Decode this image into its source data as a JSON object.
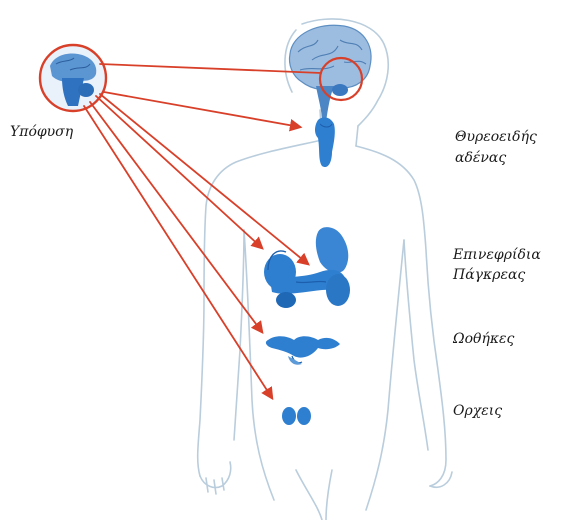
{
  "labels": {
    "pituitary": "Υπόφυση",
    "thyroid_line1": "Θυρεοειδής",
    "thyroid_line2": "αδένας",
    "adrenal": "Επινεφρίδια",
    "pancreas": "Πάγκρεας",
    "ovaries": "Ωοθήκες",
    "testes": "Ορχεις"
  },
  "colors": {
    "arrow": "#d8402a",
    "organ": "#2f7fd0",
    "organ_dark": "#1c5fae",
    "body_outline": "#b9cddd",
    "brain": "#7ea9d4"
  }
}
